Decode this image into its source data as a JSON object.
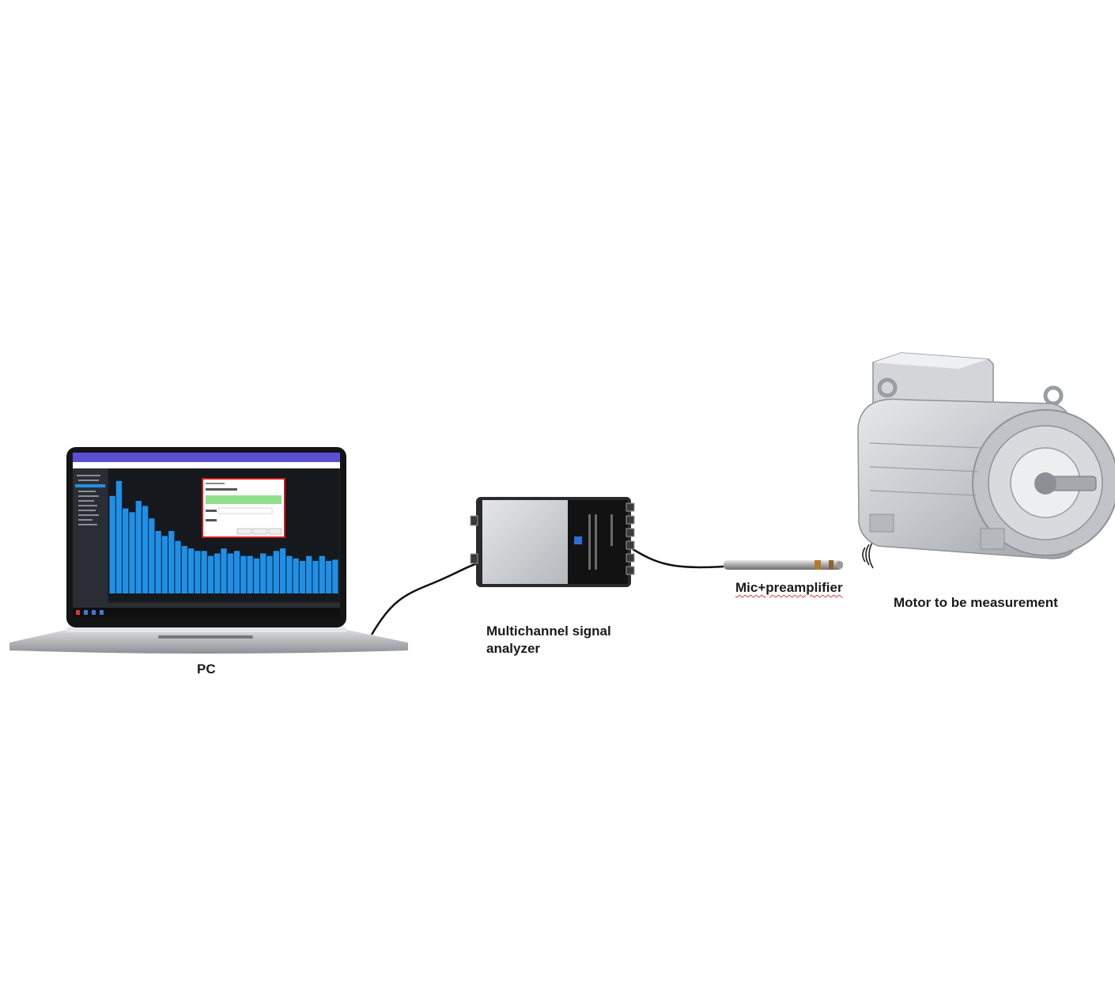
{
  "labels": {
    "pc": "PC",
    "analyzer": "Multichannel signal analyzer",
    "mic": "Mic+preamplifier",
    "motor": "Motor to be measurement"
  },
  "colors": {
    "bars": "#1e90e8",
    "screen_bg": "#1c1f24",
    "titlebar": "#5a4fd0",
    "dialog_border": "#d01818",
    "dialog_button": "#8ee08e",
    "cable": "#111111",
    "motor_body": "#c9ccd0"
  },
  "screen_bars": [
    0.78,
    0.9,
    0.68,
    0.65,
    0.74,
    0.7,
    0.6,
    0.5,
    0.46,
    0.5,
    0.42,
    0.38,
    0.36,
    0.34,
    0.34,
    0.3,
    0.32,
    0.36,
    0.32,
    0.34,
    0.3,
    0.3,
    0.28,
    0.32,
    0.3,
    0.34,
    0.36,
    0.3,
    0.28,
    0.26,
    0.3,
    0.26,
    0.3,
    0.26,
    0.27
  ],
  "icons": {
    "pc": "laptop-icon",
    "analyzer": "signal-analyzer-icon",
    "mic": "microphone-icon",
    "waves": "sound-waves-icon",
    "motor": "motor-icon"
  }
}
